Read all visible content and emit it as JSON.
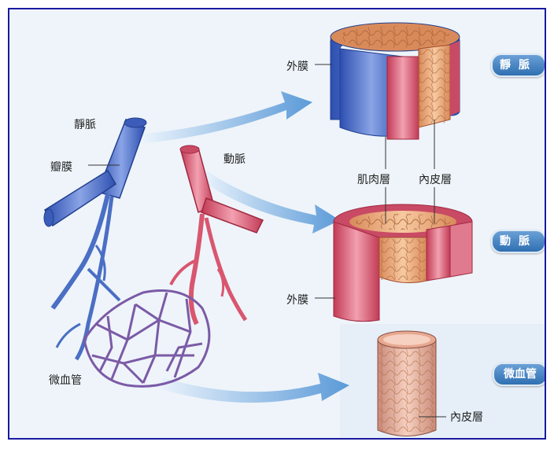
{
  "labels": {
    "vein_left": "靜脈",
    "valve": "瓣膜",
    "artery_left": "動脈",
    "capillary_left": "微血管",
    "adventitia_top": "外膜",
    "muscle_layer": "肌肉層",
    "endothelium_top": "內皮層",
    "adventitia_mid": "外膜",
    "endothelium_bottom": "內皮層"
  },
  "badges": {
    "vein": "靜脈",
    "artery": "動脈",
    "capillary": "微血管"
  },
  "colors": {
    "frame": "#1a1aa0",
    "vein": "#4a6fc4",
    "artery": "#d9566f",
    "capillary": "#7b5aa6",
    "badge": "#2f6fb2"
  }
}
